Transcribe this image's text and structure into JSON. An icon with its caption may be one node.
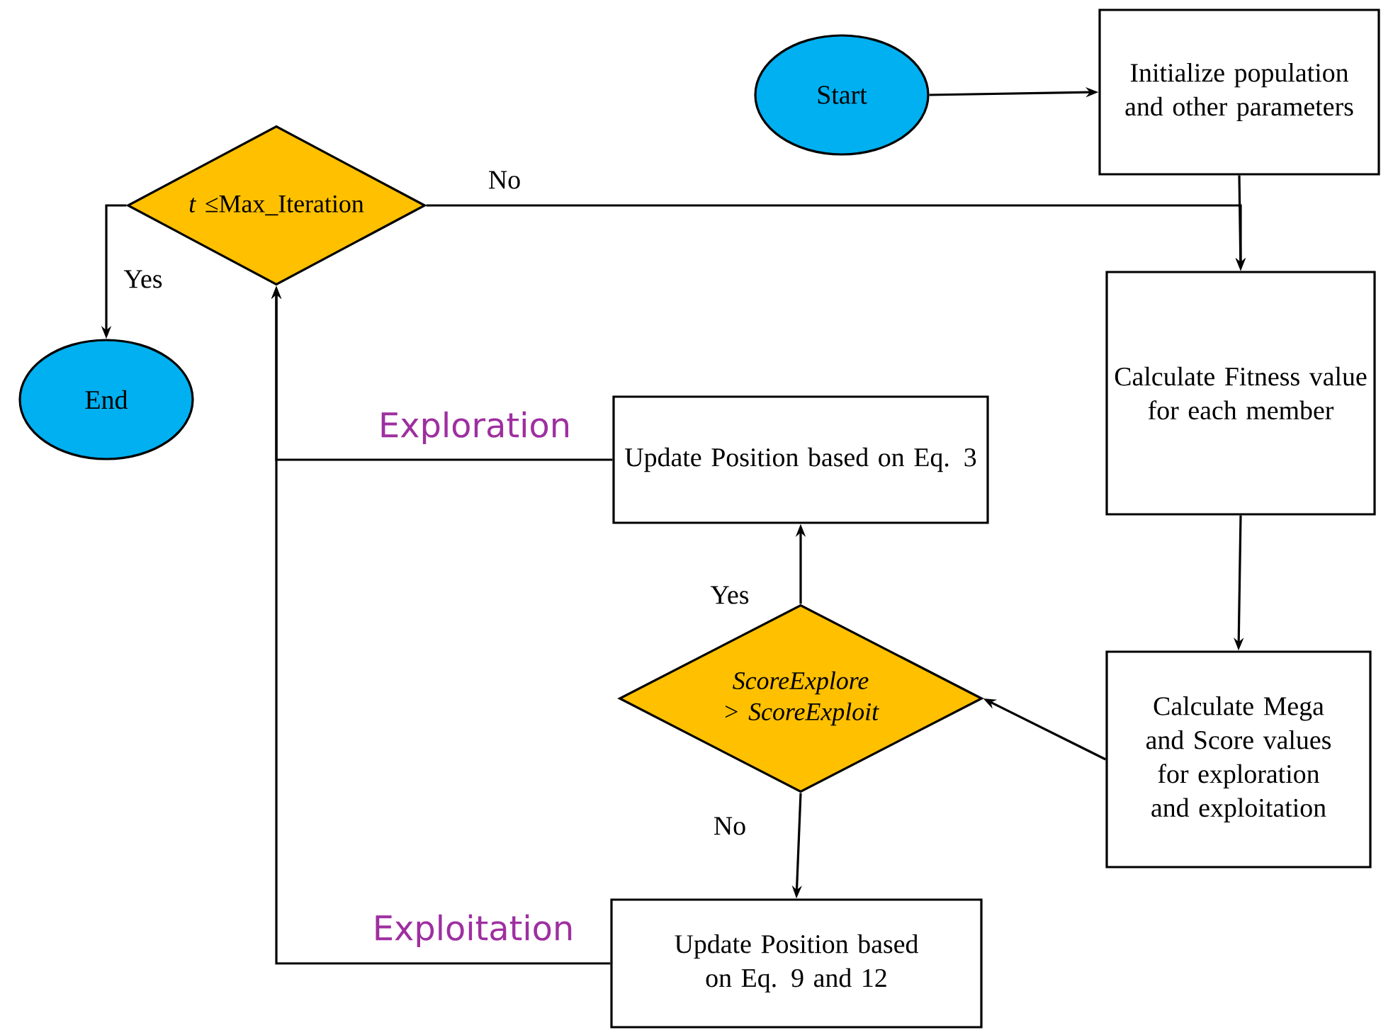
{
  "diagram": {
    "nodes": [
      {
        "text": [
          "Start"
        ]
      },
      {
        "text": [
          "Initialize population and other parameters"
        ]
      },
      {
        "text": [
          "*t* ≤Max_Iteration"
        ]
      },
      {
        "text": [
          "End"
        ]
      },
      {
        "text": [
          "Calculate Fitness value for each member"
        ]
      },
      {
        "text": [
          "Update Position based on Eq. 3"
        ]
      },
      {
        "text": [
          "ScoreExplore > ScoreExploit"
        ]
      },
      {
        "text": [
          "Calculate Mega and Score values for exploration and exploitation"
        ]
      },
      {
        "text": [
          "Update Position based on Eq. 9 and 12"
        ]
      }
    ],
    "edges": [
      {
        "from": 0,
        "to": 1,
        "arrow": "to"
      },
      {
        "from": 1,
        "to": 4,
        "arrow": "to"
      },
      {
        "from": 2,
        "to": 4,
        "arrow": "to",
        "label": "No"
      },
      {
        "from": 2,
        "to": 3,
        "arrow": "to",
        "label": "Yes"
      },
      {
        "from": 4,
        "to": 7,
        "arrow": "to"
      },
      {
        "from": 7,
        "to": 6,
        "arrow": "to"
      },
      {
        "from": 6,
        "to": 5,
        "arrow": "to",
        "label": "Yes"
      },
      {
        "from": 6,
        "to": 8,
        "arrow": "to",
        "label": "No"
      },
      {
        "from": 5,
        "to": 2,
        "arrow": "to",
        "label": "Exploration"
      },
      {
        "from": 8,
        "to": 2,
        "arrow": "to",
        "label": "Exploitation"
      }
    ]
  }
}
